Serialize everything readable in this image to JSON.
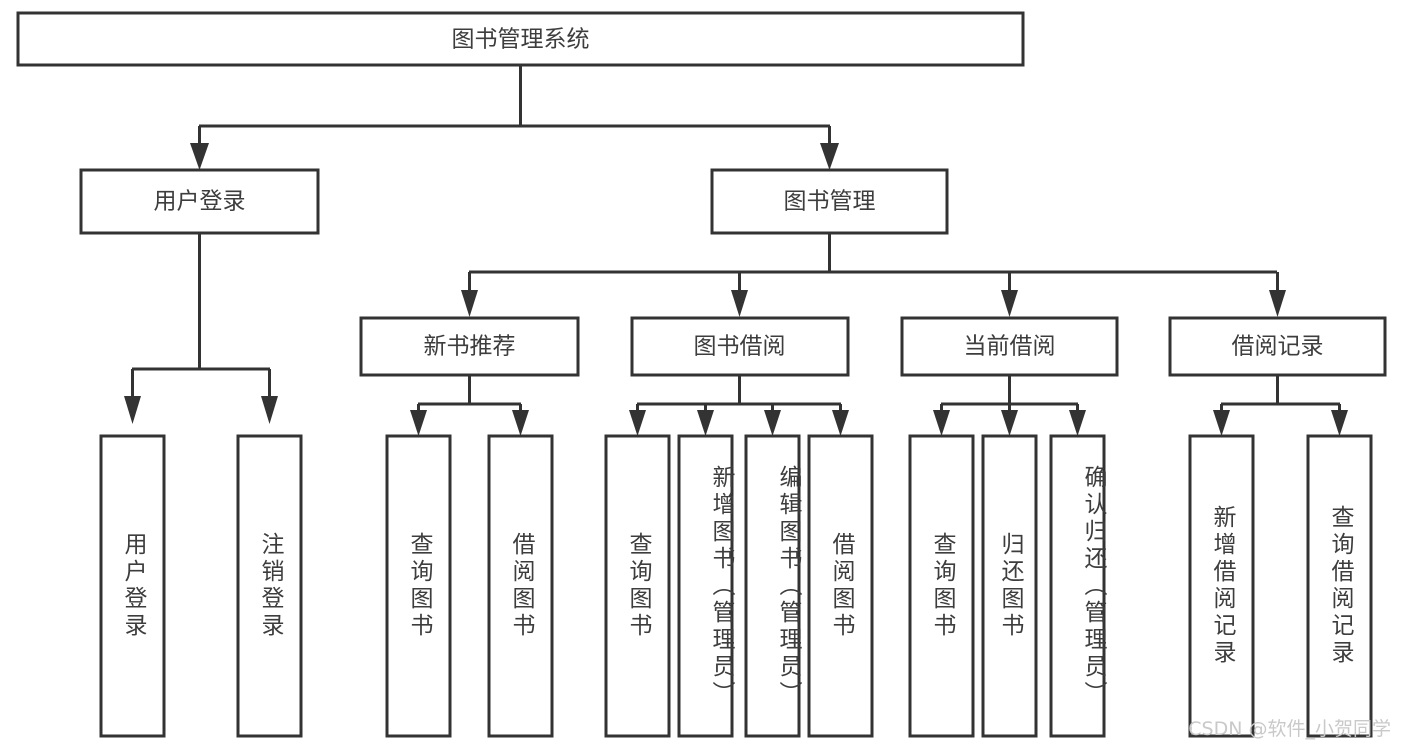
{
  "diagram": {
    "title": "图书管理系统",
    "type": "tree",
    "orientation": "top-down",
    "watermark": "CSDN @软件_小贺同学",
    "colors": {
      "background": "#ffffff",
      "box_fill": "#ffffff",
      "box_stroke": "#333333",
      "text": "#3d3d3d",
      "watermark": "#c9c9c9"
    },
    "root": {
      "id": "root",
      "label": "图书管理系统"
    },
    "level2": [
      {
        "id": "user-login",
        "label": "用户登录"
      },
      {
        "id": "book-manage",
        "label": "图书管理"
      }
    ],
    "level3": [
      {
        "id": "new-book-recommend",
        "label": "新书推荐",
        "parent": "book-manage"
      },
      {
        "id": "book-borrow",
        "label": "图书借阅",
        "parent": "book-manage"
      },
      {
        "id": "current-borrow",
        "label": "当前借阅",
        "parent": "book-manage"
      },
      {
        "id": "borrow-record",
        "label": "借阅记录",
        "parent": "book-manage"
      }
    ],
    "leaves": [
      {
        "id": "leaf-user-login",
        "label": "用户登录",
        "parent": "user-login"
      },
      {
        "id": "leaf-user-logout",
        "label": "注销登录",
        "parent": "user-login"
      },
      {
        "id": "leaf-query-book-1",
        "label": "查询图书",
        "parent": "new-book-recommend"
      },
      {
        "id": "leaf-borrow-book-1",
        "label": "借阅图书",
        "parent": "new-book-recommend"
      },
      {
        "id": "leaf-query-book-2",
        "label": "查询图书",
        "parent": "book-borrow"
      },
      {
        "id": "leaf-add-book",
        "label": "新增图书（管理员）",
        "parent": "book-borrow"
      },
      {
        "id": "leaf-edit-book",
        "label": "编辑图书（管理员）",
        "parent": "book-borrow"
      },
      {
        "id": "leaf-borrow-book-2",
        "label": "借阅图书",
        "parent": "book-borrow"
      },
      {
        "id": "leaf-query-book-3",
        "label": "查询图书",
        "parent": "current-borrow"
      },
      {
        "id": "leaf-return-book",
        "label": "归还图书",
        "parent": "current-borrow"
      },
      {
        "id": "leaf-confirm-return",
        "label": "确认归还（管理员）",
        "parent": "current-borrow"
      },
      {
        "id": "leaf-add-record",
        "label": "新增借阅记录",
        "parent": "borrow-record"
      },
      {
        "id": "leaf-query-record",
        "label": "查询借阅记录",
        "parent": "borrow-record"
      }
    ]
  }
}
